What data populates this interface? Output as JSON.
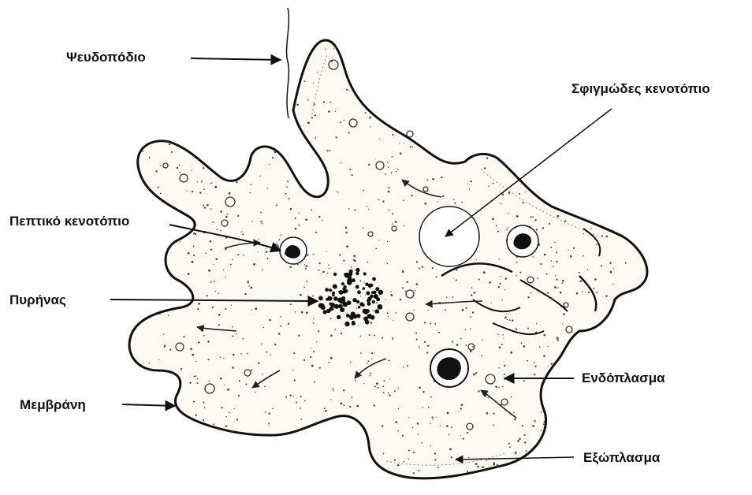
{
  "labels": {
    "pseudopod": "Ψευδοπόδιο",
    "contractile_vacuole": "Σφιγμώδες κενοτόπιο",
    "food_vacuole": "Πεπτικό κενοτόπιο",
    "nucleus": "Πυρήνας",
    "membrane": "Μεμβράνη",
    "endoplasm": "Ενδόπλασμα",
    "ectoplasm": "Εξώπλασμα"
  }
}
